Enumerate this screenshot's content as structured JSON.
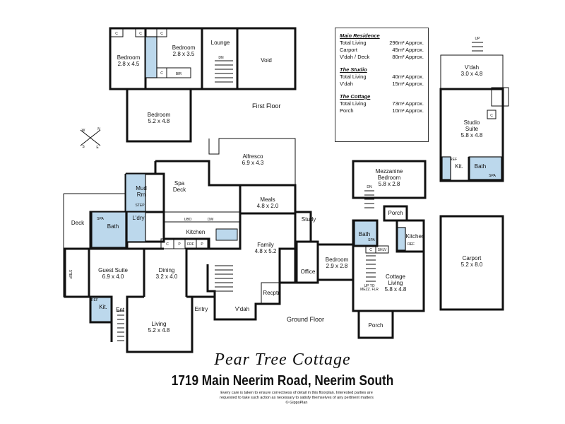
{
  "brand": {
    "title": "Pear Tree Cottage",
    "address": "1719 Main Neerim Road, Neerim South",
    "disclaimer_1": "Every care is taken to ensure correctness of detail in this floorplan. Interested parties are",
    "disclaimer_2": "requested to take such action as necessary to satisfy themselves of any pertinent matters",
    "copyright": "© GippsPlan"
  },
  "areas": {
    "main": {
      "heading": "Main Residence",
      "rows": [
        {
          "label": "Total Living",
          "value": "296m² Approx."
        },
        {
          "label": "Carport",
          "value": "45m² Approx."
        },
        {
          "label": "V'dah / Deck",
          "value": "80m² Approx."
        }
      ]
    },
    "studio": {
      "heading": "The Studio",
      "rows": [
        {
          "label": "Total Living",
          "value": "40m² Approx."
        },
        {
          "label": "V'dah",
          "value": "15m² Approx."
        }
      ]
    },
    "cottage": {
      "heading": "The Cottage",
      "rows": [
        {
          "label": "Total Living",
          "value": "73m² Approx."
        },
        {
          "label": "Porch",
          "value": "10m² Approx."
        }
      ]
    }
  },
  "levels": {
    "first": "First Floor",
    "ground": "Ground Floor"
  },
  "compass": {
    "n": "N",
    "s": "S",
    "e": "E",
    "w": "W"
  },
  "rooms": {
    "bed1": {
      "name": "Bedroom",
      "dim": "2.8 x 4.5"
    },
    "bed2": {
      "name": "Bedroom",
      "dim": "2.8 x 3.5"
    },
    "bed3": {
      "name": "Bedroom",
      "dim": "5.2 x 4.8"
    },
    "lounge": {
      "name": "Lounge"
    },
    "void": {
      "name": "Void"
    },
    "bir": {
      "name": "BIR"
    },
    "alfresco": {
      "name": "Alfresco",
      "dim": "6.9 x 4.3"
    },
    "spa_deck": {
      "name": "Spa",
      "name2": "Deck"
    },
    "mud_rm": {
      "name": "Mud",
      "name2": "Rm"
    },
    "meals": {
      "name": "Meals",
      "dim": "4.8 x 2.0"
    },
    "deck": {
      "name": "Deck"
    },
    "bath_main": {
      "name": "Bath"
    },
    "ldry": {
      "name": "L'dry"
    },
    "kitchen": {
      "name": "Kitchen"
    },
    "family": {
      "name": "Family",
      "dim": "4.8 x 5.2"
    },
    "study": {
      "name": "Study"
    },
    "office": {
      "name": "Office"
    },
    "guest_suite": {
      "name": "Guest Suite",
      "dim": "6.9 x 4.0"
    },
    "dining": {
      "name": "Dining",
      "dim": "3.2 x 4.0"
    },
    "living": {
      "name": "Living",
      "dim": "5.2 x 4.8"
    },
    "entry": {
      "name": "Entry"
    },
    "vdah_front": {
      "name": "V'dah"
    },
    "recptn": {
      "name": "Recptn"
    },
    "ent": {
      "name": "Ent"
    },
    "kit_guest": {
      "name": "Kit."
    },
    "bed_link": {
      "name": "Bedroom",
      "dim": "2.9 x 2.8"
    },
    "mezz": {
      "name": "Mezzanine",
      "name2": "Bedroom",
      "dim": "5.8 x 2.8"
    },
    "porch_top": {
      "name": "Porch"
    },
    "bath_cottage": {
      "name": "Bath"
    },
    "kitchen_cottage": {
      "name": "Kitchen"
    },
    "cottage_living": {
      "name": "Cottage",
      "name2": "Living",
      "dim": "5.8 x 4.8"
    },
    "porch_bottom": {
      "name": "Porch"
    },
    "studio_vdah": {
      "name": "V'dah",
      "dim": "3.0 x 4.8"
    },
    "studio_suite": {
      "name": "Studio",
      "name2": "Suite",
      "dim": "5.8 x 4.8"
    },
    "studio_kit": {
      "name": "Kit."
    },
    "studio_bath": {
      "name": "Bath"
    },
    "carport": {
      "name": "Carport",
      "dim": "5.2 x 8.0"
    }
  },
  "labels": {
    "c": "C",
    "p": "P",
    "ref": "REF",
    "frf": "FRF",
    "ubo": "UBO",
    "dw": "DW",
    "spa": "SPA",
    "step": "STEP",
    "up": "UP",
    "dn": "DN",
    "shlv": "SHLV",
    "up_to_mezz": "UP TO",
    "mezz_flr": "MEZZ. FLR"
  }
}
